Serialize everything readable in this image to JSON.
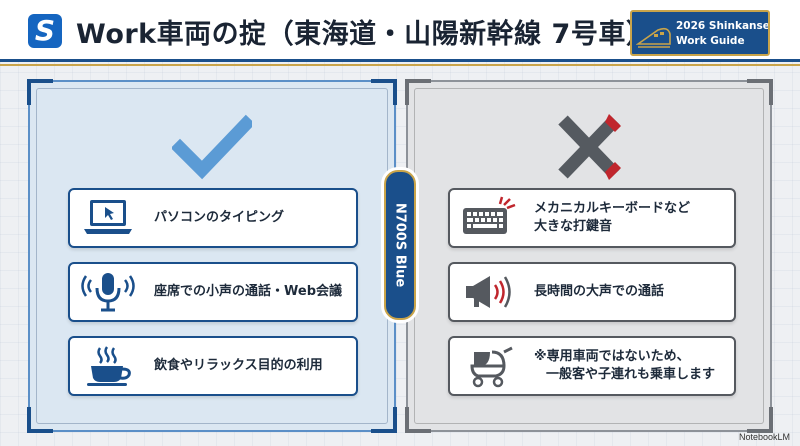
{
  "header": {
    "logo_text": "S",
    "title": "Work車両の掟（東海道・山陽新幹線 7号車）",
    "badge_line1": "2026 Shinkansen",
    "badge_line2": "Work Guide"
  },
  "ok_panel": {
    "mark_icon": "check-mark-icon",
    "items": [
      {
        "icon": "laptop-icon",
        "label": "パソコンのタイピング"
      },
      {
        "icon": "microphone-icon",
        "label": "座席での小声の通話・Web会議"
      },
      {
        "icon": "coffee-cup-icon",
        "label": "飲食やリラックス目的の利用"
      }
    ]
  },
  "divider": {
    "label": "N700S Blue"
  },
  "ng_panel": {
    "mark_icon": "cross-mark-icon",
    "items": [
      {
        "icon": "keyboard-icon",
        "line1": "メカニカルキーボードなど",
        "line2": "大きな打鍵音"
      },
      {
        "icon": "megaphone-icon",
        "line1": "長時間の大声での通話",
        "line2": ""
      },
      {
        "icon": "stroller-icon",
        "line1": "※専用車両ではないため、",
        "line2": "一般客や子連れも乗車します"
      }
    ]
  },
  "watermark": "NotebookLM",
  "colors": {
    "brand_blue": "#1a4f8b",
    "accent_gold": "#c9a44a",
    "ok_bg": "#dbe7f2",
    "ng_bg": "#e2e3e5",
    "check": "#5b9bd5",
    "cross": "#555a60",
    "cross_accent": "#c0262d"
  }
}
